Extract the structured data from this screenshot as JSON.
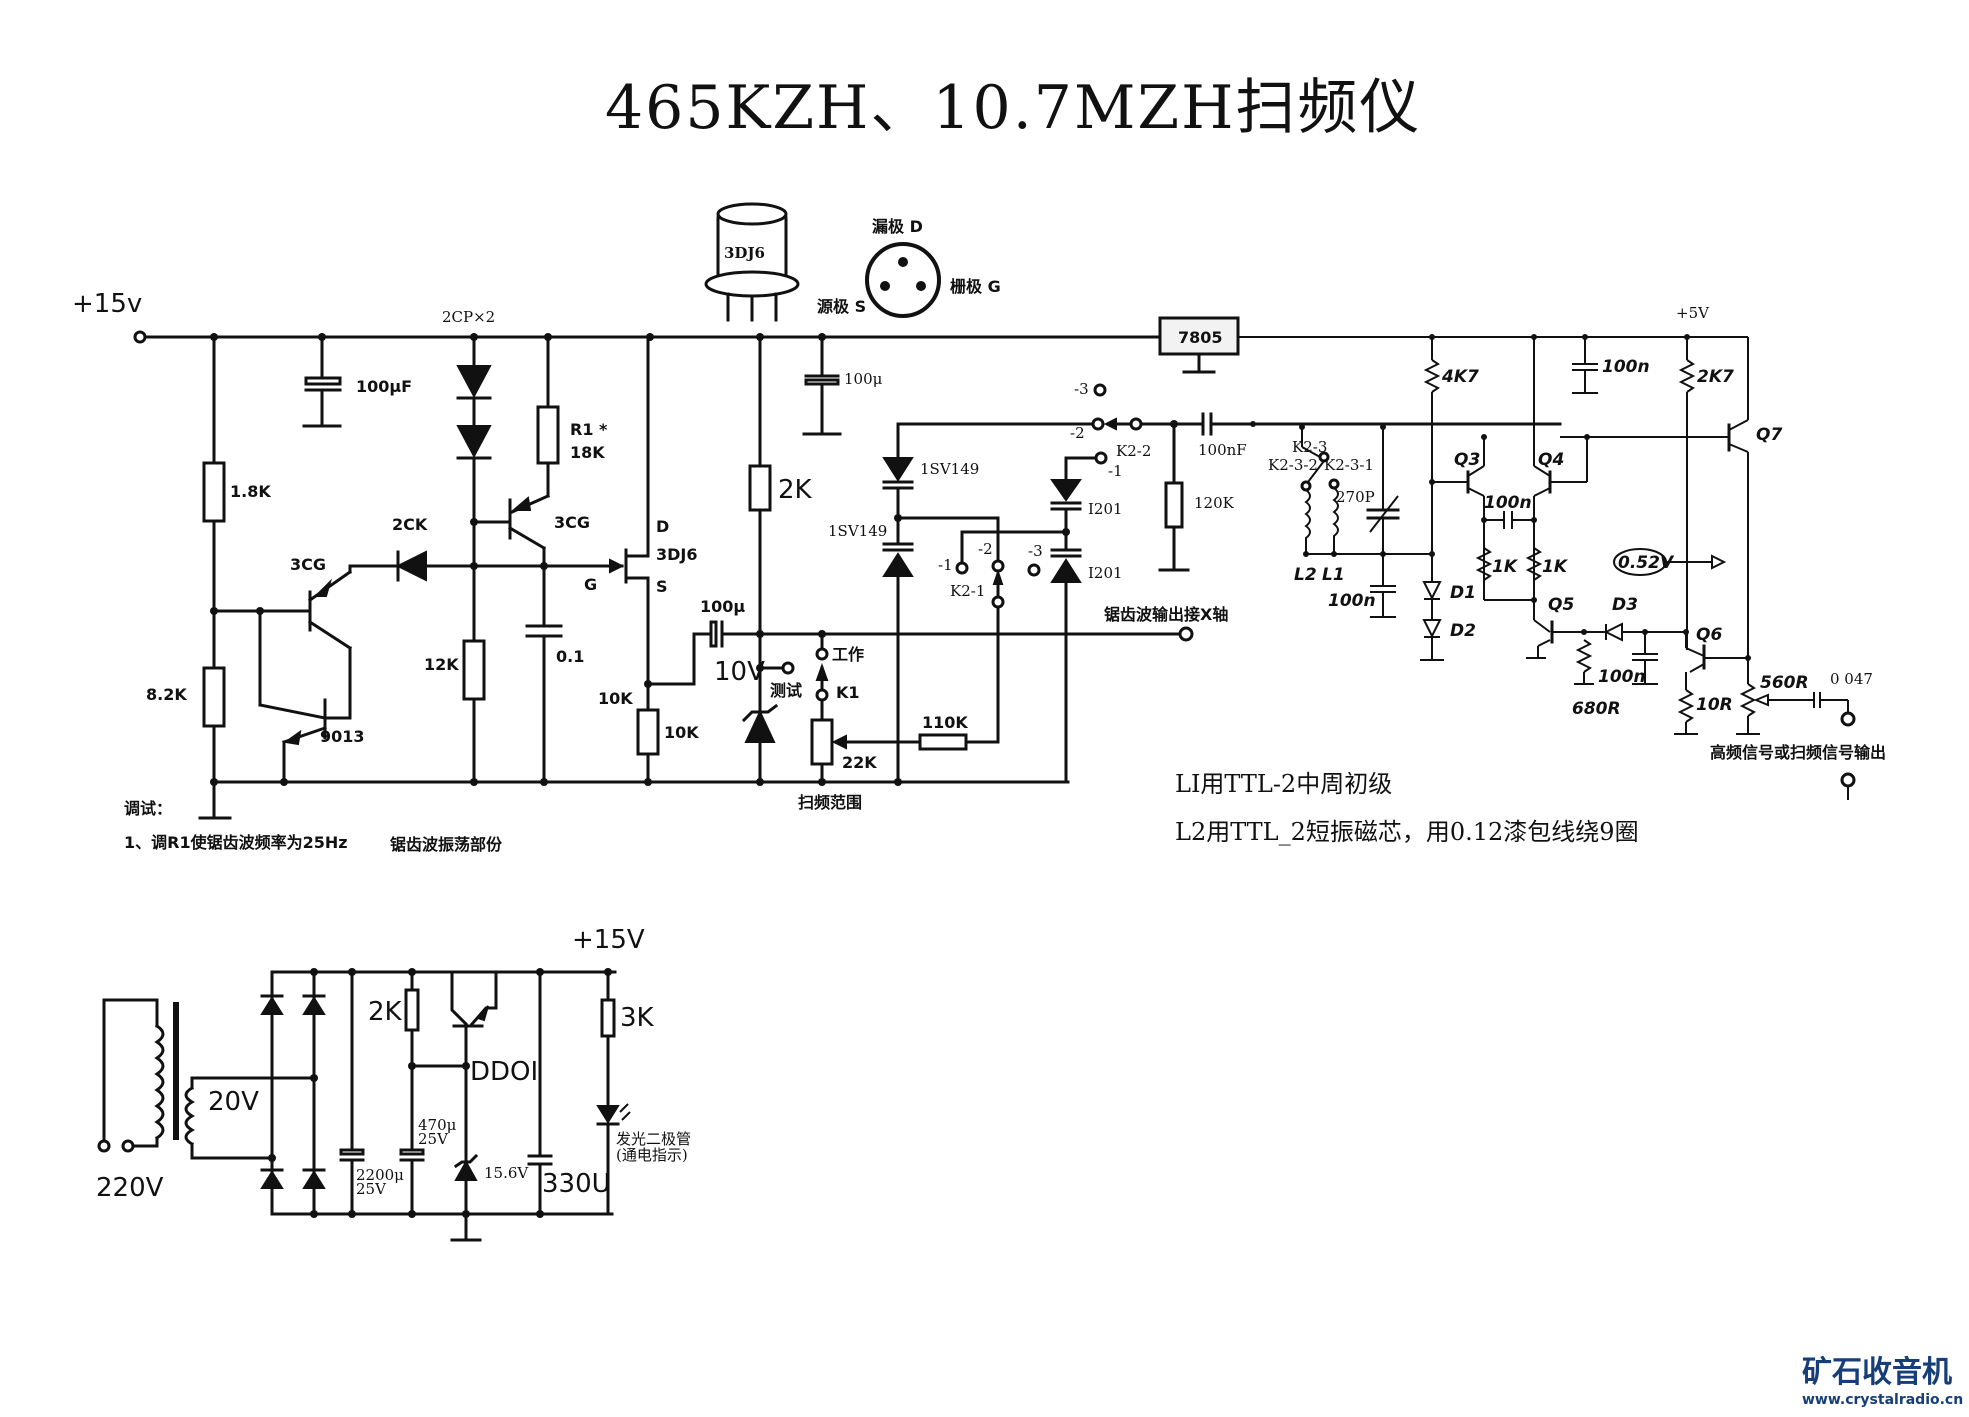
{
  "title": "465KZH、10.7MZH扫频仪",
  "package": {
    "part": "3DJ6",
    "pin_drain": "漏极 D",
    "pin_gate": "栅极 G",
    "pin_source": "源极 S"
  },
  "sawtooth_section": {
    "supply": "+15v",
    "diodes": "2CP×2",
    "cap_100uF": "100μF",
    "r1_label": "R1 *",
    "r1_value": "18K",
    "r_1k8": "1.8K",
    "r_8k2": "8.2K",
    "diode_2ck": "2CK",
    "q_3cg_a": "3CG",
    "q_3cg_b": "3CG",
    "q_9013": "9013",
    "r_12k": "12K",
    "cap_01": "0.1",
    "fet_drain": "D",
    "fet_part": "3DJ6",
    "fet_gate": "G",
    "fet_source": "S",
    "r_10k_label": "10K",
    "r_10k": "10K",
    "r_2k": "2K",
    "cap_100u": "100μ",
    "cap_100u_top": "100μ",
    "zener_10v": "10V",
    "test": "测试",
    "work": "工作",
    "k1": "K1",
    "pot_22k": "22K",
    "r_110k": "110K",
    "sweep_range": "扫频范围",
    "notes_heading": "调试：",
    "note_1": "1、调R1使锯齿波频率为25Hz",
    "section_label": "锯齿波振荡部份"
  },
  "varactor_section": {
    "varactor_a": "1SV149",
    "varactor_b": "1SV149",
    "varactor_c": "I201",
    "varactor_d": "I201",
    "k2_1": "K2-1",
    "k2_1_p1": "-1",
    "k2_1_p2": "-2",
    "k2_1_p3": "-3",
    "k2_2": "K2-2",
    "k2_2_p1": "-1",
    "k2_2_p2": "-2",
    "k2_2_p3": "-3",
    "cap_100nF": "100nF",
    "r_120k": "120K",
    "x_axis_out": "锯齿波输出接X轴"
  },
  "oscillator_section": {
    "regulator": "7805",
    "supply_5v": "+5V",
    "k2_3": "K2-3",
    "k2_3_2": "K2-3-2",
    "k2_3_1": "K2-3-1",
    "cap_270p": "270P",
    "l2": "L2",
    "l1": "L1",
    "cap_100n_a": "100n",
    "cap_100n_b": "100n",
    "cap_100n_c": "100n",
    "cap_100n_d": "100n",
    "r_4k7": "4K7",
    "r_2k7": "2K7",
    "r_1k_a": "1K",
    "r_1k_b": "1K",
    "r_680": "680R",
    "r_10r": "10R",
    "r_560": "560R",
    "cap_0047": "0 047",
    "q3": "Q3",
    "q4": "Q4",
    "q5": "Q5",
    "q6": "Q6",
    "q7": "Q7",
    "d1": "D1",
    "d2": "D2",
    "d3": "D3",
    "voltage": "0.52V",
    "rf_out": "高频信号或扫频信号输出"
  },
  "coil_notes": [
    "LI用TTL-2中周初级",
    "L2用TTL_2短振磁芯，用0.12漆包线绕9圈"
  ],
  "power_supply": {
    "mains": "220V",
    "secondary": "20V",
    "cap_2200": "2200μ",
    "cap_2200_v": "25V",
    "r_2k": "2K",
    "cap_470": "470μ",
    "cap_470_v": "25V",
    "transistor": "DDOI",
    "zener": "15.6V",
    "cap_330": "330U",
    "output": "+15V",
    "r_3k": "3K",
    "led_label": "发光二极管",
    "led_note": "(通电指示)"
  },
  "watermark": {
    "name": "矿石收音机",
    "url": "www.crystalradio.cn"
  }
}
